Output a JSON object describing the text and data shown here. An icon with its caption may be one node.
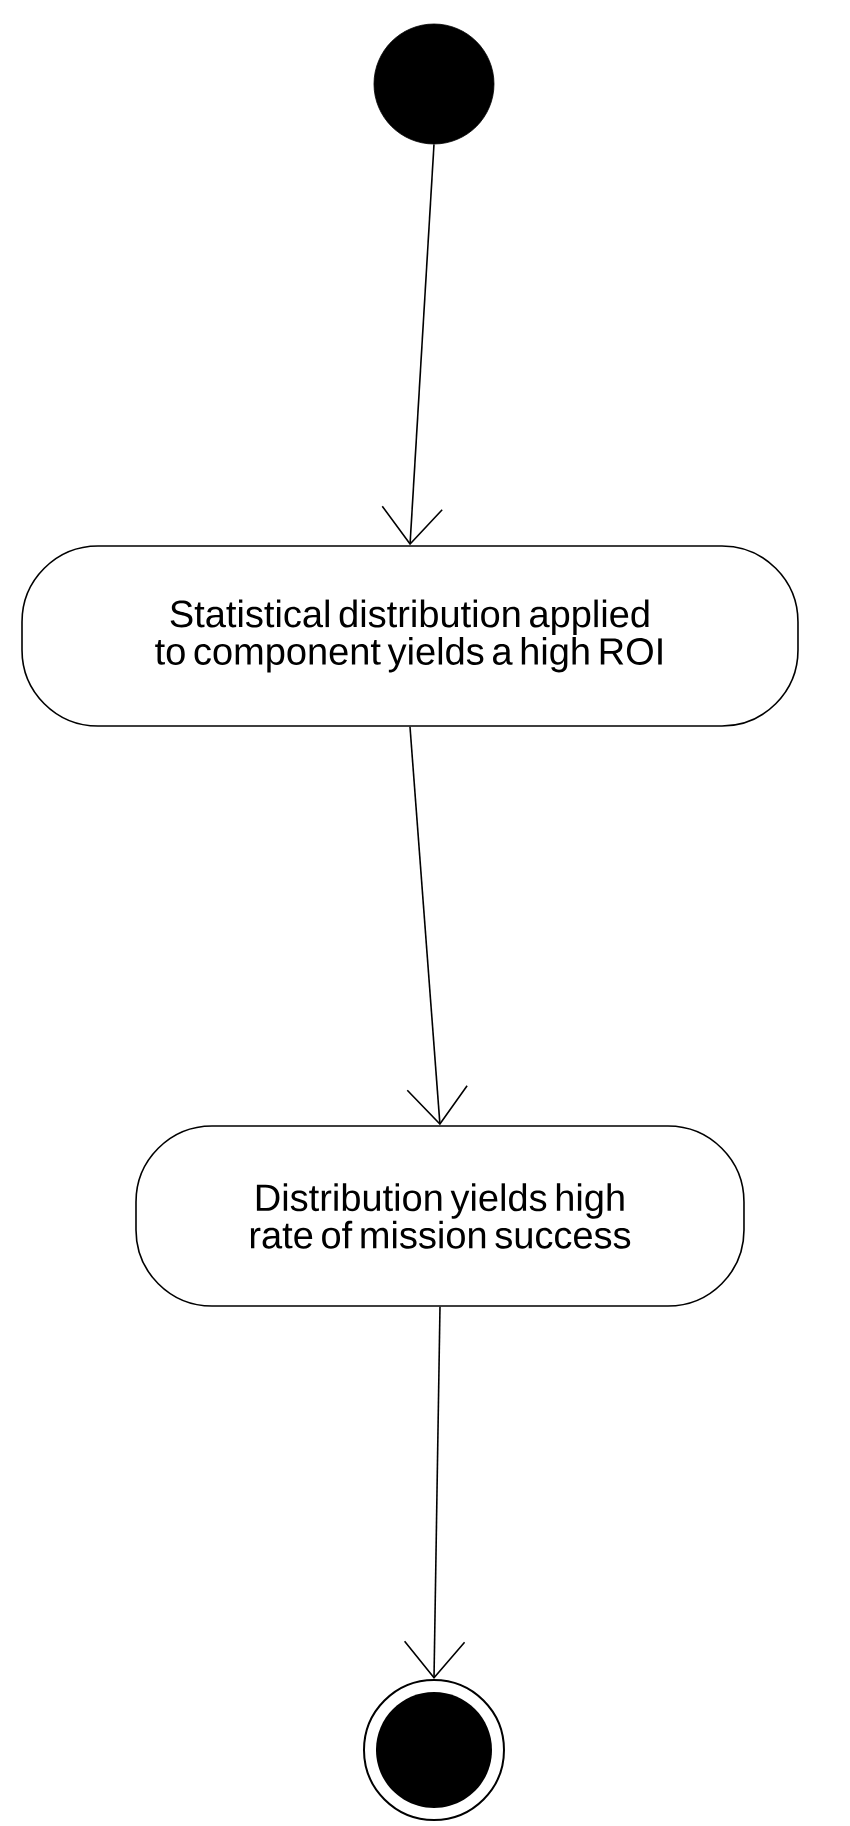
{
  "diagram": {
    "nodes": [
      {
        "text": [],
        "shape": "circle"
      },
      {
        "text": [
          "Statistical distribution applied to component yields a high ROI"
        ]
      },
      {
        "text": [
          "Distribution yields high rate of mission success"
        ]
      },
      {
        "text": [],
        "shape": "bullseye"
      }
    ],
    "edges": [
      {
        "from": 0,
        "to": 1,
        "arrow": "to"
      },
      {
        "from": 1,
        "to": 2,
        "arrow": "to"
      },
      {
        "from": 2,
        "to": 3,
        "arrow": "to"
      }
    ]
  }
}
